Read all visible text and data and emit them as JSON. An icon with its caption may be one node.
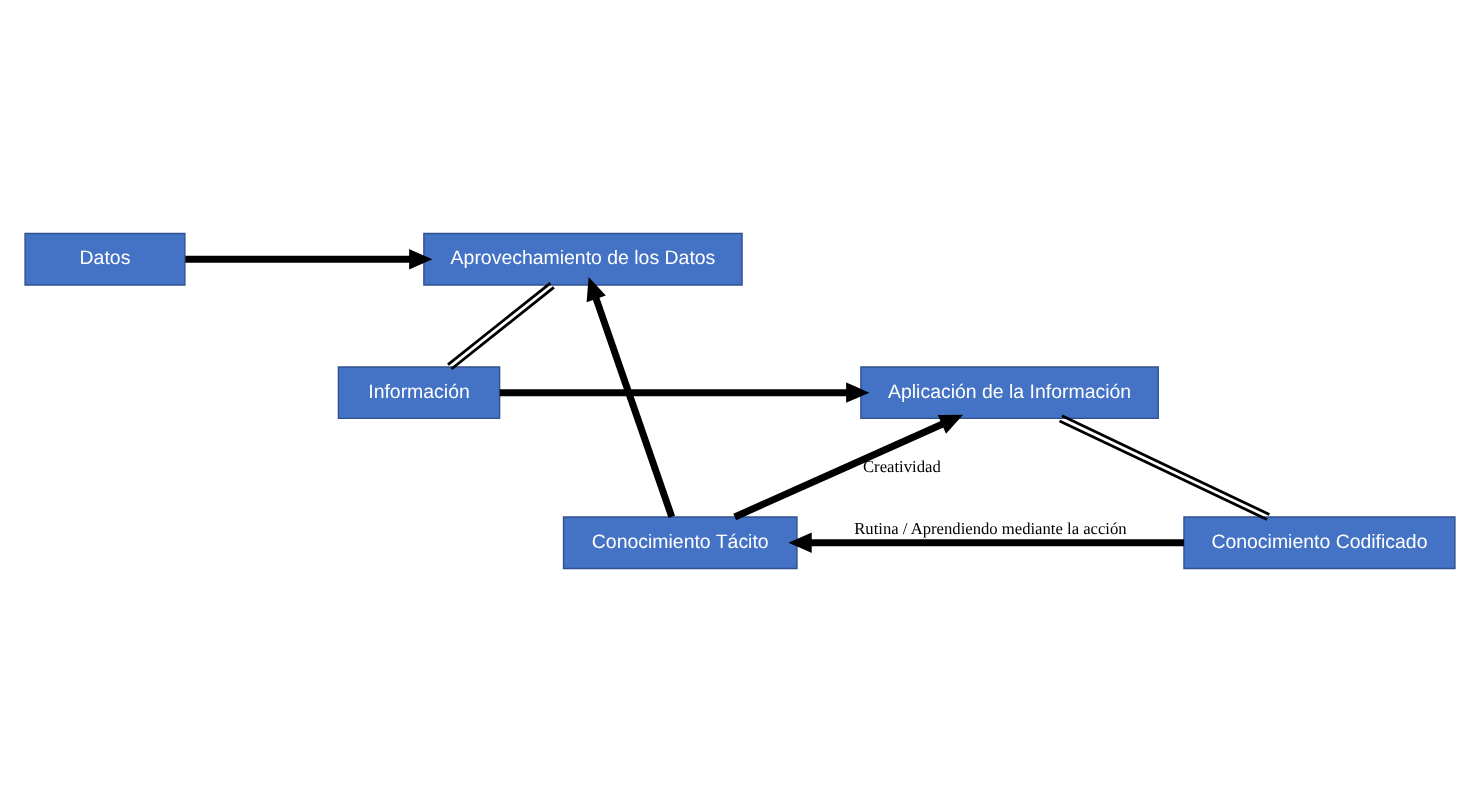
{
  "diagram": {
    "nodes": [
      {
        "text": [
          "Datos"
        ]
      },
      {
        "text": [
          "Aprovechamiento de los Datos"
        ]
      },
      {
        "text": [
          "Información"
        ]
      },
      {
        "text": [
          "Aplicación de la Información"
        ]
      },
      {
        "text": [
          "Conocimiento Tácito"
        ]
      },
      {
        "text": [
          "Conocimiento Codificado"
        ]
      }
    ],
    "edges": [
      {
        "from": 0,
        "to": 1,
        "arrow": "to"
      },
      {
        "from": 1,
        "to": 2,
        "arrow": "none"
      },
      {
        "from": 2,
        "to": 3,
        "arrow": "to"
      },
      {
        "from": 4,
        "to": 1,
        "arrow": "to"
      },
      {
        "from": 4,
        "to": 3,
        "arrow": "to",
        "label": "Creatividad"
      },
      {
        "from": 3,
        "to": 5,
        "arrow": "none"
      },
      {
        "from": 5,
        "to": 4,
        "arrow": "to",
        "label": "Rutina / Aprendiendo mediante la acción"
      }
    ]
  }
}
